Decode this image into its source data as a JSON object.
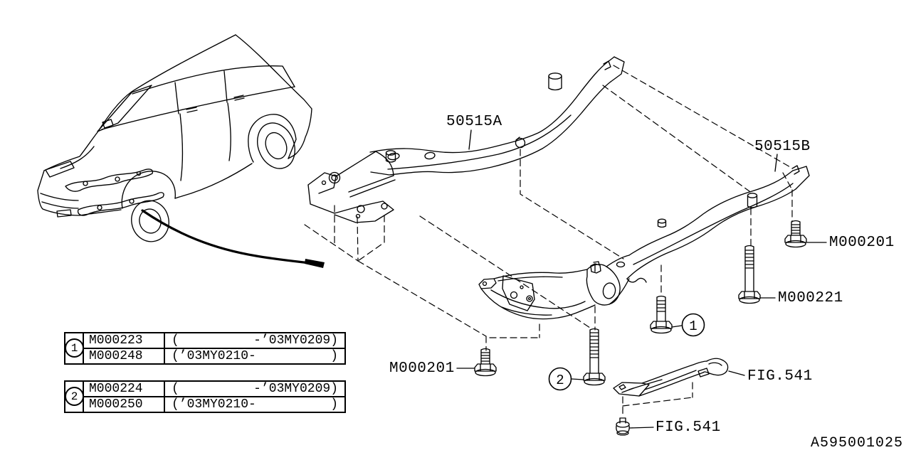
{
  "page": {
    "background": "#ffffff",
    "ink": "#000000"
  },
  "diagram": {
    "part_labels": {
      "front_crossmember": "50515A",
      "rear_crossmember": "50515B",
      "bolt_right": "M000201",
      "bolt_long": "M000221",
      "bolt_lower": "M000201",
      "bracket_fig": "FIG.541",
      "clip_fig": "FIG.541"
    },
    "callouts": {
      "one": "1",
      "two": "2"
    },
    "drawing_number": "A595001025"
  },
  "tables": [
    {
      "callout": "1",
      "rows": [
        {
          "part": "M000223",
          "range_open": "(",
          "range_close": "-’03MY0209)"
        },
        {
          "part": "M000248",
          "range_open": "(’03MY0210-",
          "range_close": ")"
        }
      ]
    },
    {
      "callout": "2",
      "rows": [
        {
          "part": "M000224",
          "range_open": "(",
          "range_close": "-’03MY0209)"
        },
        {
          "part": "M000250",
          "range_open": "(’03MY0210-",
          "range_close": ")"
        }
      ]
    }
  ]
}
